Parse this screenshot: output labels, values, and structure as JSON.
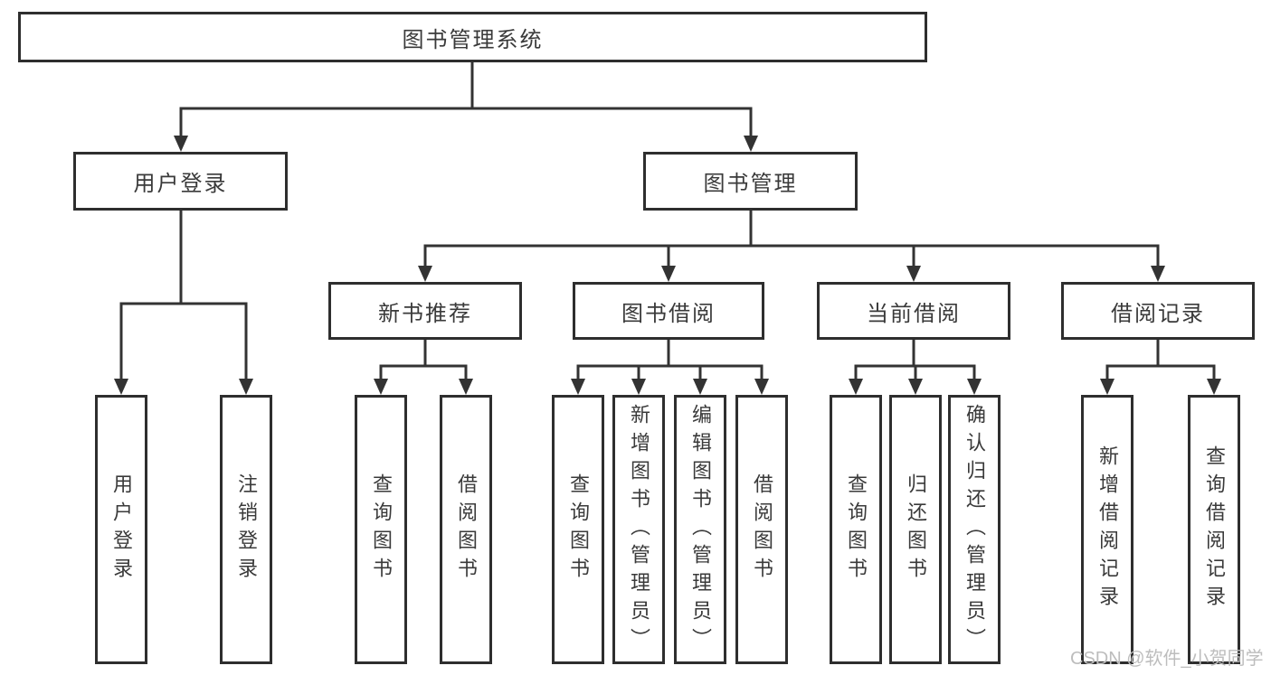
{
  "diagram": {
    "root": {
      "label": "图书管理系统"
    },
    "branches": [
      {
        "label": "用户登录",
        "children": [
          {
            "label": "用户登录"
          },
          {
            "label": "注销登录"
          }
        ]
      },
      {
        "label": "图书管理",
        "children": [
          {
            "label": "新书推荐",
            "children": [
              {
                "label": "查询图书"
              },
              {
                "label": "借阅图书"
              }
            ]
          },
          {
            "label": "图书借阅",
            "children": [
              {
                "label": "查询图书"
              },
              {
                "label": "新增图书（管理员）"
              },
              {
                "label": "编辑图书（管理员）"
              },
              {
                "label": "借阅图书"
              }
            ]
          },
          {
            "label": "当前借阅",
            "children": [
              {
                "label": "查询图书"
              },
              {
                "label": "归还图书"
              },
              {
                "label": "确认归还（管理员）"
              }
            ]
          },
          {
            "label": "借阅记录",
            "children": [
              {
                "label": "新增借阅记录"
              },
              {
                "label": "查询借阅记录"
              }
            ]
          }
        ]
      }
    ]
  },
  "watermark": {
    "text": "CSDN @软件_小贺同学"
  },
  "colors": {
    "line": "#333333",
    "box_border": "#2e2e2e",
    "text": "#3a3a3a",
    "background": "#ffffff",
    "watermark": "#bdbdbd"
  }
}
